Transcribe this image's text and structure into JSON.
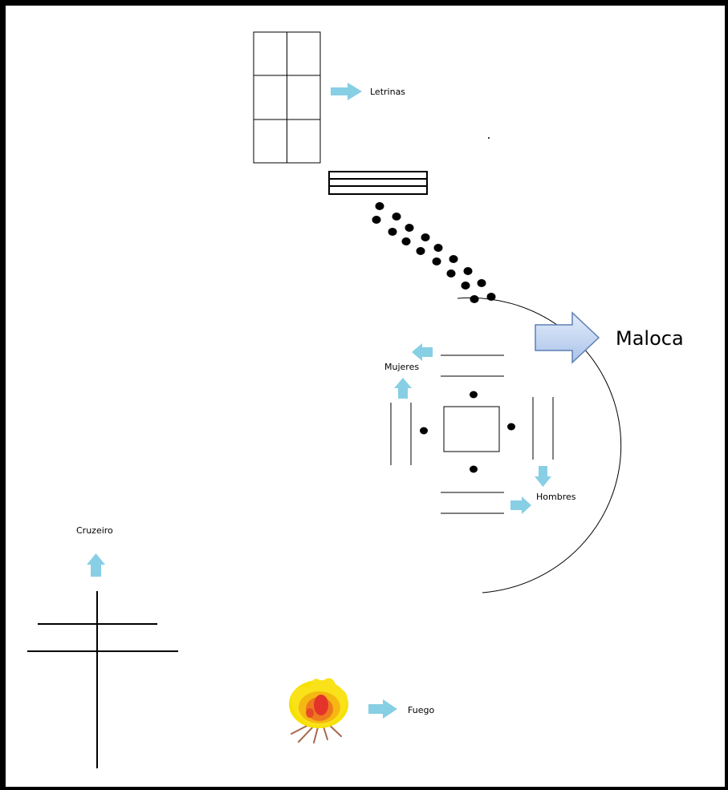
{
  "labels": {
    "letrinas": "Letrinas",
    "maloca": "Maloca",
    "mujeres": "Mujeres",
    "hombres": "Hombres",
    "cruzeiro": "Cruzeiro",
    "fuego": "Fuego"
  },
  "colors": {
    "stroke": "#000000",
    "arrow": "#87cfe4",
    "maloca_arrow_fill": "#c5d8f4",
    "maloca_arrow_stroke": "#5f7fb5",
    "fire_outer": "#f6e100",
    "fire_mid": "#f19a14",
    "fire_core": "#e4332a",
    "fire_wood": "#a8684b"
  },
  "icons": [
    "arrow-right-icon",
    "arrow-left-icon",
    "arrow-up-icon",
    "arrow-down-icon",
    "block-arrow-icon",
    "fire-icon"
  ]
}
